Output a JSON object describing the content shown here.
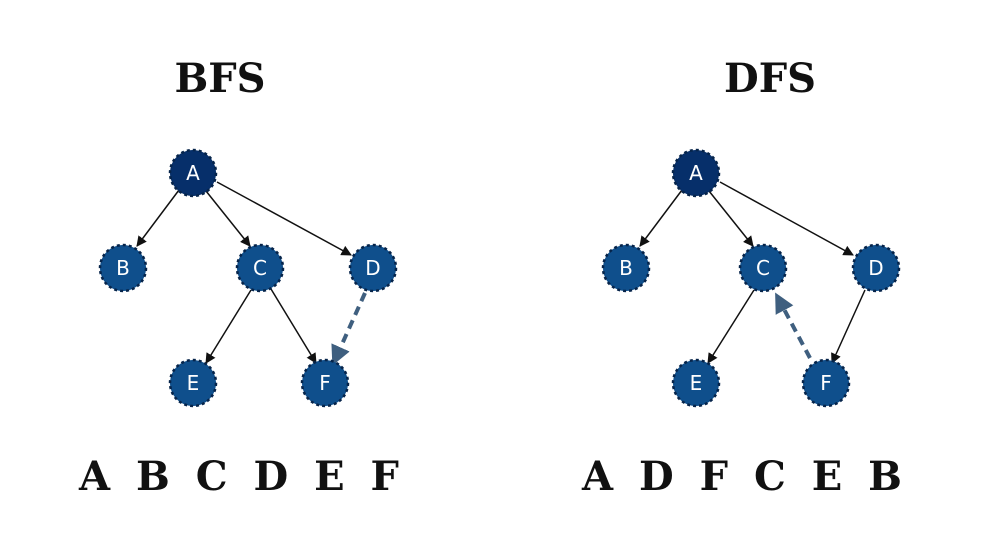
{
  "colors": {
    "root_node_fill": "#062f6a",
    "node_fill": "#0f4f8c",
    "node_border": "#06244a",
    "edge": "#111111",
    "dashed_edge": "#3f5f7f"
  },
  "panels": [
    {
      "title": "BFS",
      "order": "A B C D E F",
      "nodes": [
        "A",
        "B",
        "C",
        "D",
        "E",
        "F"
      ],
      "edges": [
        [
          "A",
          "B"
        ],
        [
          "A",
          "C"
        ],
        [
          "A",
          "D"
        ],
        [
          "C",
          "E"
        ],
        [
          "C",
          "F"
        ]
      ],
      "dashed_edge": [
        "D",
        "F"
      ]
    },
    {
      "title": "DFS",
      "order": "A D F C E B",
      "nodes": [
        "A",
        "B",
        "C",
        "D",
        "E",
        "F"
      ],
      "edges": [
        [
          "A",
          "B"
        ],
        [
          "A",
          "C"
        ],
        [
          "A",
          "D"
        ],
        [
          "C",
          "E"
        ],
        [
          "D",
          "F"
        ]
      ],
      "dashed_edge": [
        "F",
        "C"
      ]
    }
  ]
}
